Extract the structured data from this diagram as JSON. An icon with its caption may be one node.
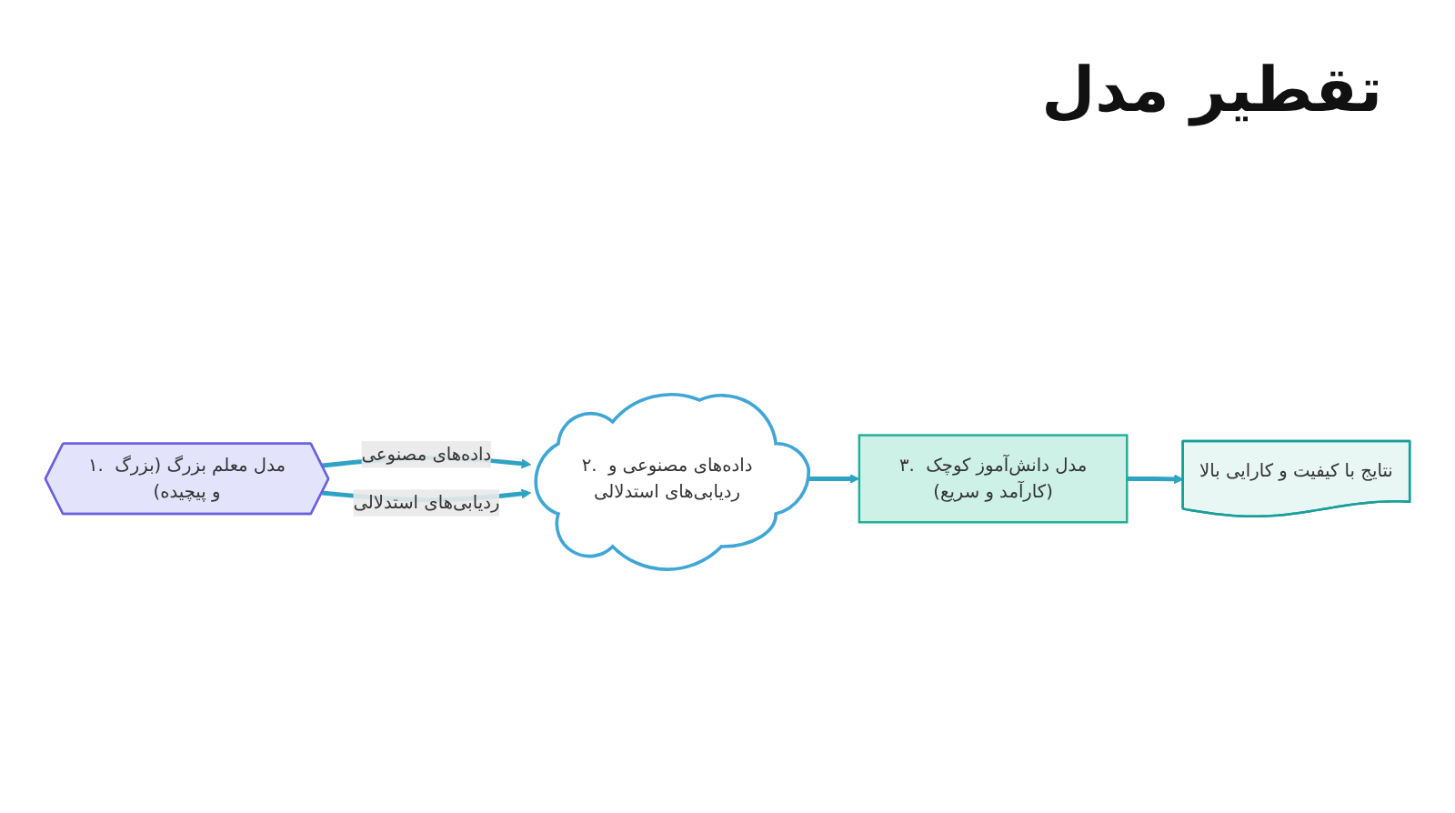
{
  "diagram": {
    "title": "تقطیر مدل",
    "nodes": [
      {
        "text": [
          "۱. مدل معلم بزرگ (بزرگ و پیچیده)"
        ]
      },
      {
        "text": [
          "۲. داده‌های مصنوعی و ردیابی‌های استدلالی"
        ]
      },
      {
        "text": [
          "۳. مدل دانش‌آموز کوچک (کارآمد و سریع)"
        ]
      },
      {
        "text": [
          "نتایج با کیفیت و کارایی بالا"
        ]
      }
    ],
    "edges": [
      {
        "from": 0,
        "to": 1,
        "arrow": "to",
        "label": "داده‌های مصنوعی"
      },
      {
        "from": 0,
        "to": 1,
        "arrow": "to",
        "label": "ردیابی‌های استدلالی"
      },
      {
        "from": 1,
        "to": 2,
        "arrow": "to"
      },
      {
        "from": 2,
        "to": 3,
        "arrow": "to"
      }
    ]
  }
}
